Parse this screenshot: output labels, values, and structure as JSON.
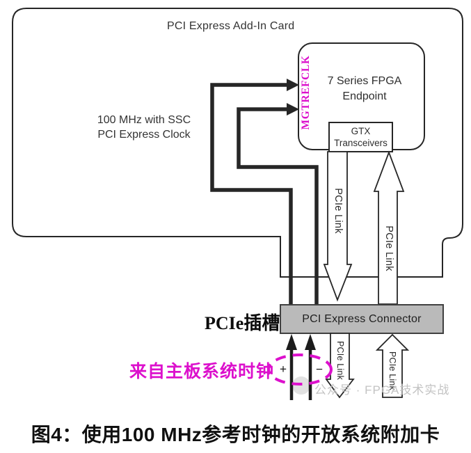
{
  "colors": {
    "magenta": "#dc10cc",
    "line": "#262626",
    "connector_fill": "#bababa",
    "watermark": "#c3c3c3"
  },
  "card": {
    "title": "PCI Express Add-In Card"
  },
  "clock_source": {
    "line1": "100 MHz with SSC",
    "line2": "PCI Express Clock"
  },
  "fpga": {
    "refclk_port": "MGTREFCLK",
    "name_line1": "7 Series FPGA",
    "name_line2": "Endpoint"
  },
  "gtx": {
    "line1": "GTX",
    "line2": "Transceivers"
  },
  "connector": {
    "label": "PCI Express Connector"
  },
  "slot": {
    "label": "PCIe插槽"
  },
  "motherboard_clock": {
    "label": "来自主板系统时钟",
    "plus": "+",
    "minus": "−"
  },
  "links": {
    "fpga_tx": "PCIe Link",
    "fpga_rx": "PCIe Link",
    "slot_tx": "PCIe Link",
    "slot_rx": "PCIe Link"
  },
  "watermark": {
    "text": "公众号 · FPGA技术实战"
  },
  "caption": "图4：使用100 MHz参考时钟的开放系统附加卡"
}
